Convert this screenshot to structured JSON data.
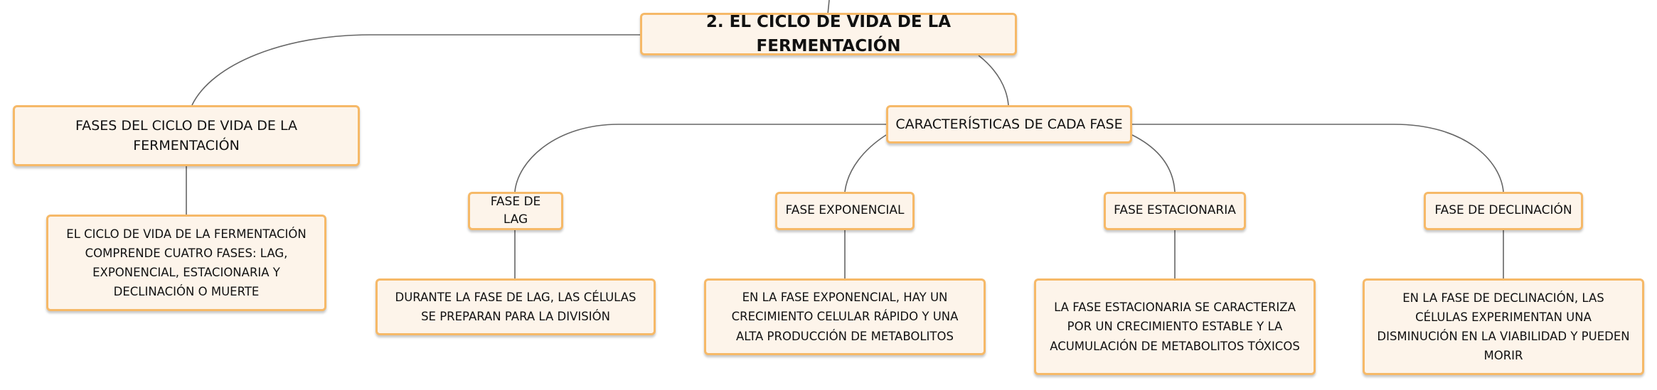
{
  "root": {
    "label": "2. EL CICLO DE VIDA DE LA FERMENTACIÓN"
  },
  "fases_ciclo": {
    "label": "FASES DEL CICLO DE VIDA DE LA FERMENTACIÓN",
    "description": "EL CICLO DE VIDA DE LA FERMENTACIÓN COMPRENDE CUATRO FASES: LAG, EXPONENCIAL, ESTACIONARIA Y DECLINACIÓN O MUERTE"
  },
  "caracteristicas": {
    "label": "CARACTERÍSTICAS DE CADA FASE",
    "phases": [
      {
        "label": "FASE DE LAG",
        "description": "DURANTE LA FASE DE LAG, LAS CÉLULAS SE PREPARAN PARA LA DIVISIÓN"
      },
      {
        "label": "FASE EXPONENCIAL",
        "description": "EN LA FASE EXPONENCIAL, HAY UN CRECIMIENTO CELULAR RÁPIDO Y UNA ALTA PRODUCCIÓN DE METABOLITOS"
      },
      {
        "label": "FASE ESTACIONARIA",
        "description": "LA FASE ESTACIONARIA SE CARACTERIZA POR UN CRECIMIENTO ESTABLE Y LA ACUMULACIÓN DE METABOLITOS TÓXICOS"
      },
      {
        "label": "FASE DE DECLINACIÓN",
        "description": "EN LA FASE DE DECLINACIÓN, LAS CÉLULAS EXPERIMENTAN UNA DISMINUCIÓN EN LA VIABILIDAD Y PUEDEN MORIR"
      }
    ]
  }
}
